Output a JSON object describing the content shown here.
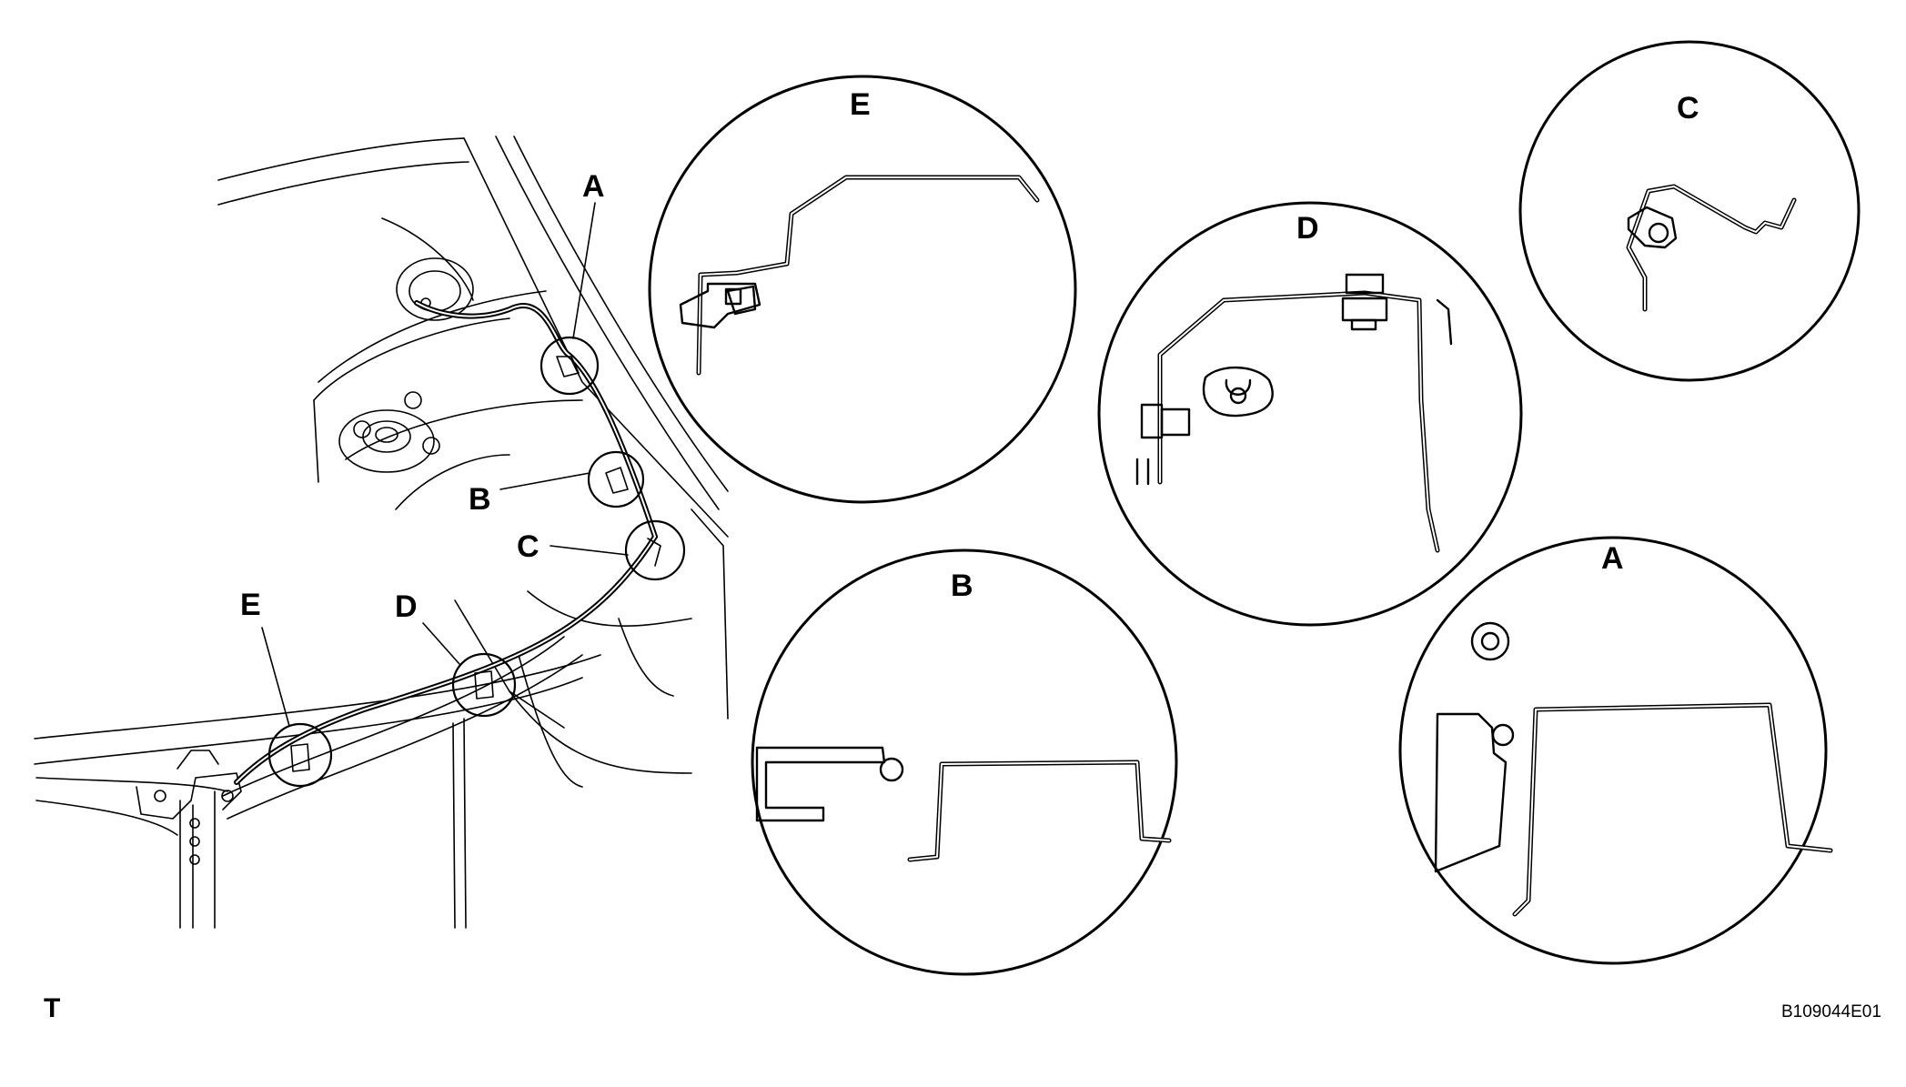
{
  "overview": {
    "callouts": [
      "A",
      "B",
      "C",
      "D",
      "E"
    ]
  },
  "details": {
    "E": "E",
    "D": "D",
    "C": "C",
    "B": "B",
    "A": "A"
  },
  "footer": {
    "view_letter": "T",
    "figure_code": "B109044E01"
  }
}
